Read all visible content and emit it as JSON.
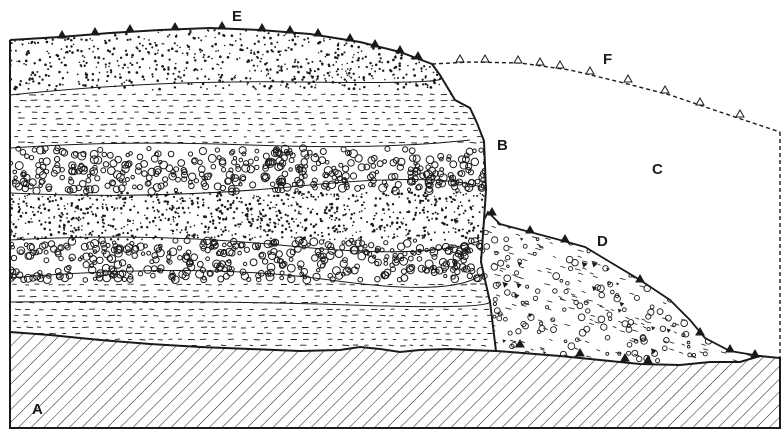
{
  "figure": {
    "labels": {
      "A": "A",
      "B": "B",
      "C": "C",
      "D": "D",
      "E": "E",
      "F": "F"
    },
    "colors": {
      "ink": "#1a1a1a",
      "paper": "#ffffff"
    }
  }
}
